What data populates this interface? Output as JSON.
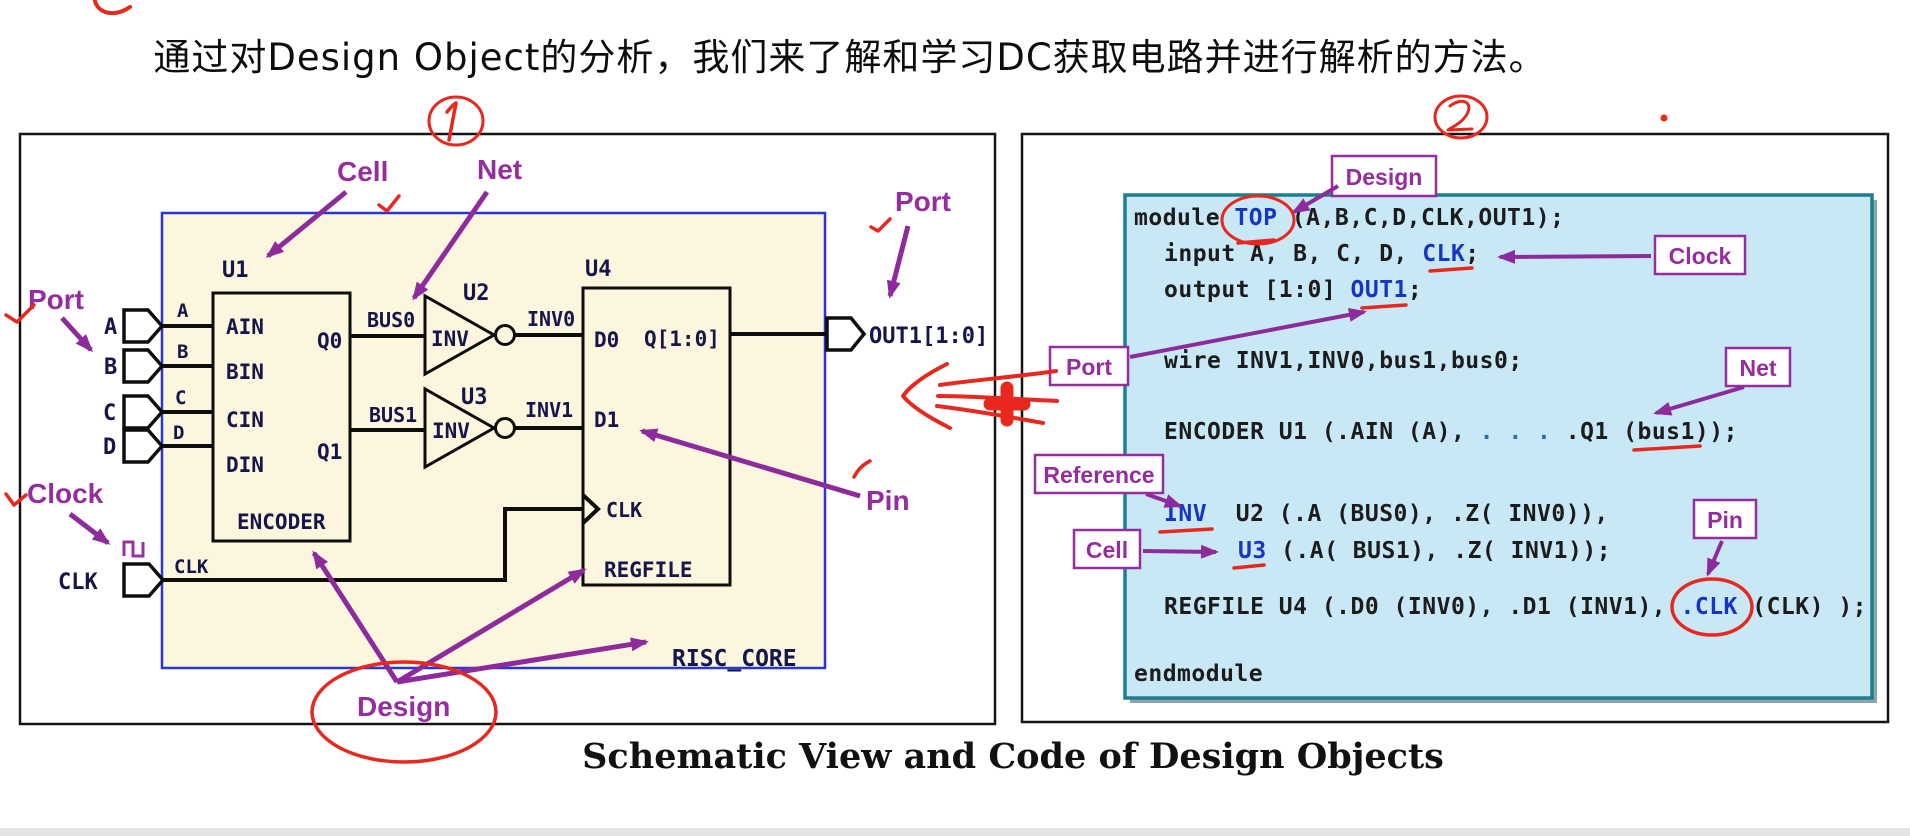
{
  "title": "通过对Design Object的分析，我们来了解和学习DC获取电路并进行解析的方法。",
  "caption": "Schematic View and Code of Design Objects",
  "handwritten": {
    "note1": "1",
    "note2": "2"
  },
  "colors": {
    "annotation_purple": "#962d9e",
    "schematic_bg": "#fbf6dd",
    "schematic_border_blue": "#2836d8",
    "code_bg": "#c9e8f6",
    "code_border_teal": "#1b7f8e",
    "code_keyword_blue": "#1535c4",
    "ink_navy": "#16164a",
    "red_marker": "#e8281e"
  },
  "schematic": {
    "annotations": {
      "cell": "Cell",
      "net": "Net",
      "port_left": "Port",
      "port_right": "Port",
      "clock": "Clock",
      "pin": "Pin",
      "design": "Design"
    },
    "instances": {
      "u1": "U1",
      "u2": "U2",
      "u3": "U3",
      "u4": "U4"
    },
    "refs": {
      "encoder": "ENCODER",
      "inv_u2": "INV",
      "inv_u3": "INV",
      "regfile": "REGFILE",
      "design_name": "RISC_CORE"
    },
    "ports": {
      "a": "A",
      "b": "B",
      "c": "C",
      "d": "D",
      "clk": "CLK",
      "out1": "OUT1[1:0]"
    },
    "nets": {
      "a": "A",
      "b": "B",
      "c": "C",
      "d": "D",
      "clk": "CLK",
      "bus0": "BUS0",
      "bus1": "BUS1",
      "inv0": "INV0",
      "inv1": "INV1"
    },
    "pins": {
      "ain": "AIN",
      "bin": "BIN",
      "cin": "CIN",
      "din": "DIN",
      "q0": "Q0",
      "q1": "Q1",
      "d0": "D0",
      "d1": "D1",
      "clk": "CLK",
      "qbus": "Q[1:0]"
    }
  },
  "code": {
    "annotations": {
      "design": "Design",
      "clock": "Clock",
      "port": "Port",
      "net": "Net",
      "reference": "Reference",
      "cell": "Cell",
      "pin": "Pin"
    },
    "module_kw": "module ",
    "module_name": "TOP",
    "module_rest": " (A,B,C,D,CLK,OUT1);",
    "input_pre": "input A, B, C, D, ",
    "input_clk": "CLK",
    "input_end": ";",
    "output_pre": "output [1:0] ",
    "output_port": "OUT1",
    "output_end": ";",
    "wire_decl": "wire INV1,INV0,bus1,bus0;",
    "enc_pre": "ENCODER U1 (.AIN (A), ",
    "enc_dots": ". . . ",
    "enc_q1": ".Q1 (",
    "enc_net": "bus1",
    "enc_end": "));",
    "inv_ref": "INV",
    "inv_rest": "  U2 (.A (BUS0), .Z( INV0)),",
    "cell_u3": "U3",
    "u3_rest": " (.A( BUS1), .Z( INV1));",
    "reg_pre": "REGFILE U4 (.D0 (INV0), .D1 (INV1), ",
    "reg_pin": ".CLK",
    "reg_rest": " (CLK) );",
    "end_kw": "endmodule"
  }
}
